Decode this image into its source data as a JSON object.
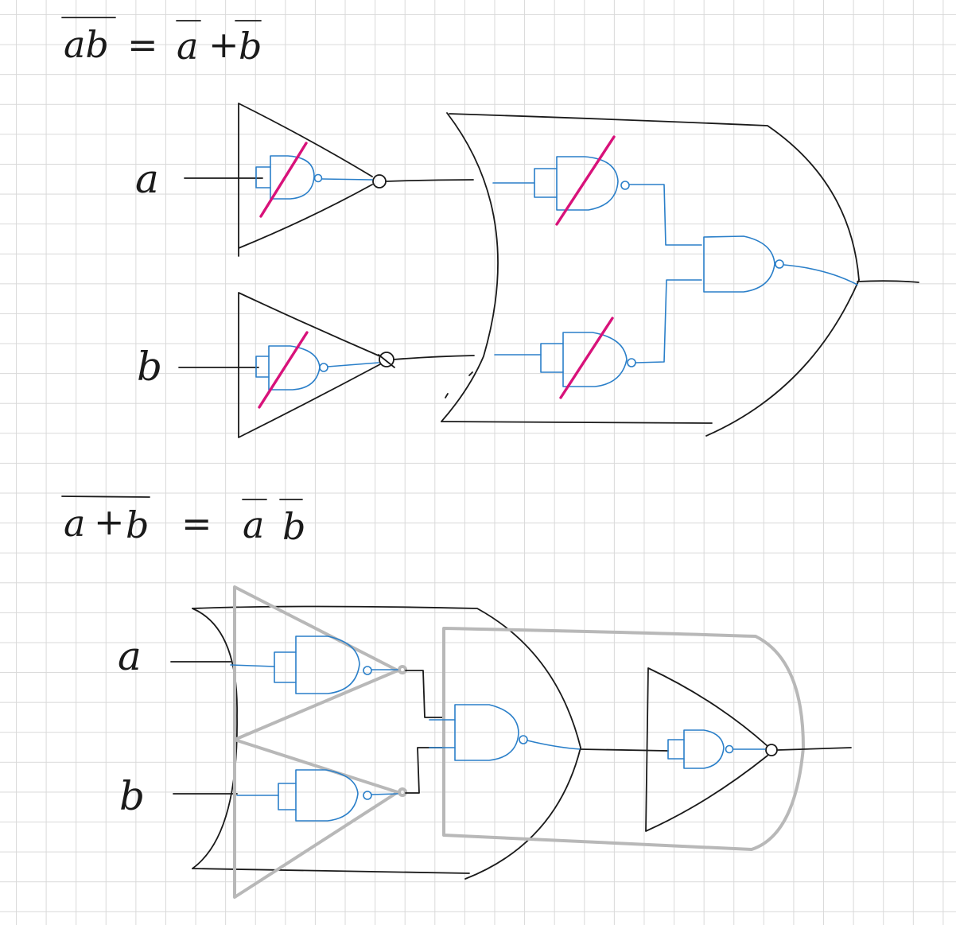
{
  "equations": {
    "nand_demorgan": {
      "lhs": "ab",
      "equals": "=",
      "rhs_a": "a",
      "plus": "+",
      "rhs_b": "b"
    },
    "nor_demorgan": {
      "lhs_a": "a",
      "lhs_plus": "+",
      "lhs_b": "b",
      "equals": "=",
      "rhs_a": "a",
      "rhs_b": "b"
    }
  },
  "circuit_nand": {
    "input_a": "a",
    "input_b": "b"
  },
  "circuit_nor": {
    "input_a": "a",
    "input_b": "b"
  },
  "colors": {
    "ink": "#1a1a1a",
    "nand_gates": "#2a7fc9",
    "strike": "#d8127a",
    "overlay": "#b8b8b8",
    "grid": "#d9d9d9"
  }
}
